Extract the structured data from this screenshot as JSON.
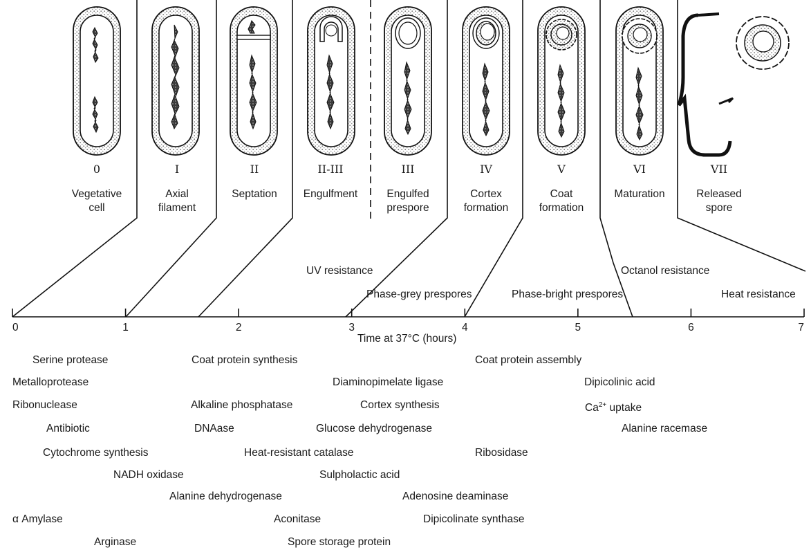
{
  "stages": [
    {
      "numeral": "0",
      "name": [
        "Vegetative",
        "cell"
      ]
    },
    {
      "numeral": "I",
      "name": [
        "Axial",
        "filament"
      ]
    },
    {
      "numeral": "II",
      "name": [
        "Septation"
      ]
    },
    {
      "numeral": "II-III",
      "name": [
        "Engulfment"
      ]
    },
    {
      "numeral": "III",
      "name": [
        "Engulfed",
        "prespore"
      ]
    },
    {
      "numeral": "IV",
      "name": [
        "Cortex",
        "formation"
      ]
    },
    {
      "numeral": "V",
      "name": [
        "Coat",
        "formation"
      ]
    },
    {
      "numeral": "VI",
      "name": [
        "Maturation"
      ]
    },
    {
      "numeral": "VII",
      "name": [
        "Released",
        "spore"
      ]
    }
  ],
  "axis": {
    "label": "Time at 37°C (hours)",
    "ticks": [
      "0",
      "1",
      "2",
      "3",
      "4",
      "5",
      "6",
      "7"
    ]
  },
  "properties": [
    {
      "text": "UV resistance",
      "time": 3.0
    },
    {
      "text": "Phase-grey prespores",
      "time": 4.0
    },
    {
      "text": "Phase-bright prespores",
      "time": 5.2
    },
    {
      "text": "Octanol resistance",
      "time": 5.5
    },
    {
      "text": "Heat resistance",
      "time": 7.0
    }
  ],
  "markers": [
    {
      "text": "Serine protease"
    },
    {
      "text": "Coat protein synthesis"
    },
    {
      "text": "Coat protein assembly"
    },
    {
      "text": "Metalloprotease"
    },
    {
      "text": "Diaminopimelate ligase"
    },
    {
      "text": "Dipicolinic acid"
    },
    {
      "text": "Ribonuclease"
    },
    {
      "text": "Alkaline phosphatase"
    },
    {
      "text": "Cortex synthesis"
    },
    {
      "text": "Ca",
      "sup": "2+",
      "after": " uptake"
    },
    {
      "text": "Antibiotic"
    },
    {
      "text": "DNAase"
    },
    {
      "text": "Glucose dehydrogenase"
    },
    {
      "text": "Alanine racemase"
    },
    {
      "text": "Cytochrome synthesis"
    },
    {
      "text": "Heat-resistant catalase"
    },
    {
      "text": "Ribosidase"
    },
    {
      "text": "NADH oxidase"
    },
    {
      "text": "Sulpholactic acid"
    },
    {
      "text": "Alanine dehydrogenase"
    },
    {
      "text": "Adenosine deaminase"
    },
    {
      "text": "α Amylase"
    },
    {
      "text": "Aconitase"
    },
    {
      "text": "Dipicolinate synthase"
    },
    {
      "text": "Arginase"
    },
    {
      "text": "Spore storage protein"
    }
  ],
  "colors": {
    "ink": "#111111",
    "stipple": "#8a8a8a",
    "background": "#ffffff"
  }
}
